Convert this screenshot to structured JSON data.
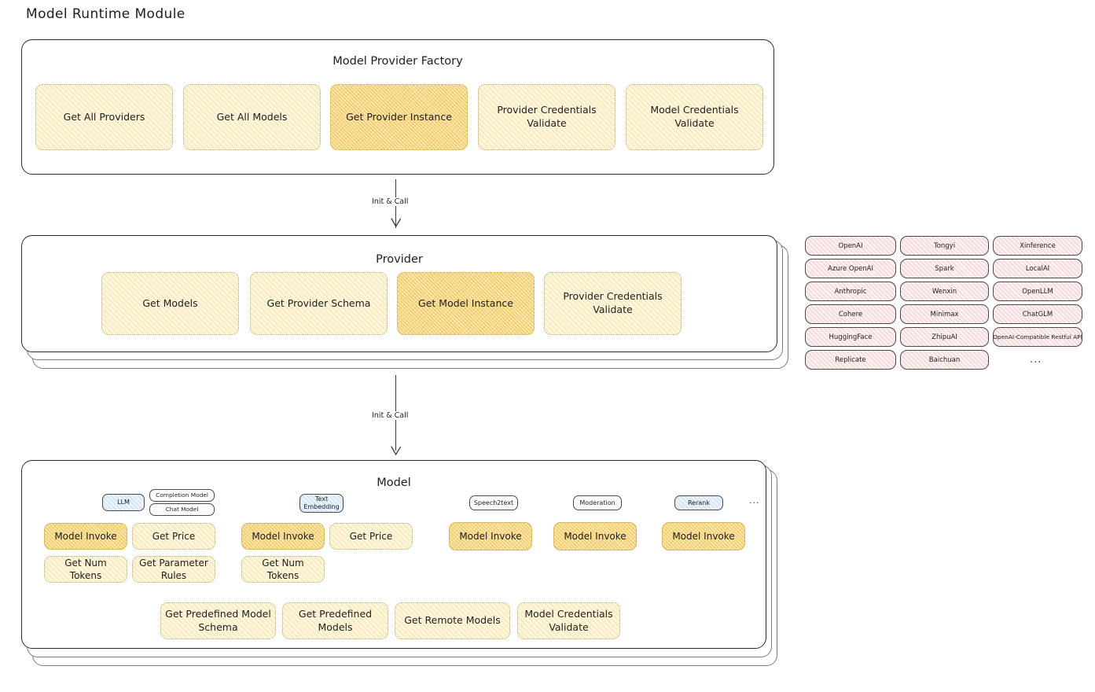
{
  "page": {
    "title": "Model Runtime Module"
  },
  "arrows": [
    {
      "label": "Init & Call"
    },
    {
      "label": "Init & Call"
    }
  ],
  "factory": {
    "title": "Model Provider Factory",
    "methods": [
      {
        "label": "Get All Providers",
        "highlighted": false
      },
      {
        "label": "Get All Models",
        "highlighted": false
      },
      {
        "label": "Get Provider Instance",
        "highlighted": true
      },
      {
        "label": "Provider Credentials Validate",
        "highlighted": false
      },
      {
        "label": "Model Credentials Validate",
        "highlighted": false
      }
    ]
  },
  "provider": {
    "title": "Provider",
    "methods": [
      {
        "label": "Get Models",
        "highlighted": false
      },
      {
        "label": "Get Provider Schema",
        "highlighted": false
      },
      {
        "label": "Get Model Instance",
        "highlighted": true
      },
      {
        "label": "Provider Credentials Validate",
        "highlighted": false
      }
    ]
  },
  "provider_list": {
    "columns": [
      {
        "items": [
          "OpenAI",
          "Azure OpenAI",
          "Anthropic",
          "Cohere",
          "HuggingFace",
          "Replicate"
        ]
      },
      {
        "items": [
          "Tongyi",
          "Spark",
          "Wenxin",
          "Minimax",
          "ZhipuAI",
          "Baichuan"
        ]
      },
      {
        "items": [
          "Xinference",
          "LocalAI",
          "OpenLLM",
          "ChatGLM",
          "OpenAI-Compatible Restful API"
        ]
      }
    ],
    "more": "..."
  },
  "model": {
    "title": "Model",
    "more": "...",
    "types": [
      {
        "badge": "LLM",
        "badge_style": "blue",
        "sub_badges": [
          "Completion Model",
          "Chat Model"
        ],
        "methods_row1": [
          {
            "label": "Model Invoke",
            "highlighted": true
          },
          {
            "label": "Get Price",
            "highlighted": false
          }
        ],
        "methods_row2": [
          {
            "label": "Get Num Tokens",
            "highlighted": false
          },
          {
            "label": "Get Parameter Rules",
            "highlighted": false
          }
        ]
      },
      {
        "badge": "Text Embedding",
        "badge_style": "blue",
        "sub_badges": [],
        "methods_row1": [
          {
            "label": "Model Invoke",
            "highlighted": true
          },
          {
            "label": "Get Price",
            "highlighted": false
          }
        ],
        "methods_row2": [
          {
            "label": "Get Num Tokens",
            "highlighted": false
          }
        ]
      },
      {
        "badge": "Speech2text",
        "badge_style": "white",
        "sub_badges": [],
        "methods_row1": [
          {
            "label": "Model Invoke",
            "highlighted": true
          }
        ],
        "methods_row2": []
      },
      {
        "badge": "Moderation",
        "badge_style": "white",
        "sub_badges": [],
        "methods_row1": [
          {
            "label": "Model Invoke",
            "highlighted": true
          }
        ],
        "methods_row2": []
      },
      {
        "badge": "Rerank",
        "badge_style": "blue",
        "sub_badges": [],
        "methods_row1": [
          {
            "label": "Model Invoke",
            "highlighted": true
          }
        ],
        "methods_row2": []
      }
    ],
    "common_methods": [
      {
        "label": "Get Predefined Model Schema"
      },
      {
        "label": "Get Predefined Models"
      },
      {
        "label": "Get Remote Models"
      },
      {
        "label": "Model Credentials Validate"
      }
    ]
  },
  "colors": {
    "ink": "#1e1e1e",
    "method_fill": "#fdf6de",
    "method_highlight_fill": "#fbe9b6",
    "provider_pill_fill": "#fdf0f0",
    "badge_blue_fill": "#eaf3fb"
  }
}
